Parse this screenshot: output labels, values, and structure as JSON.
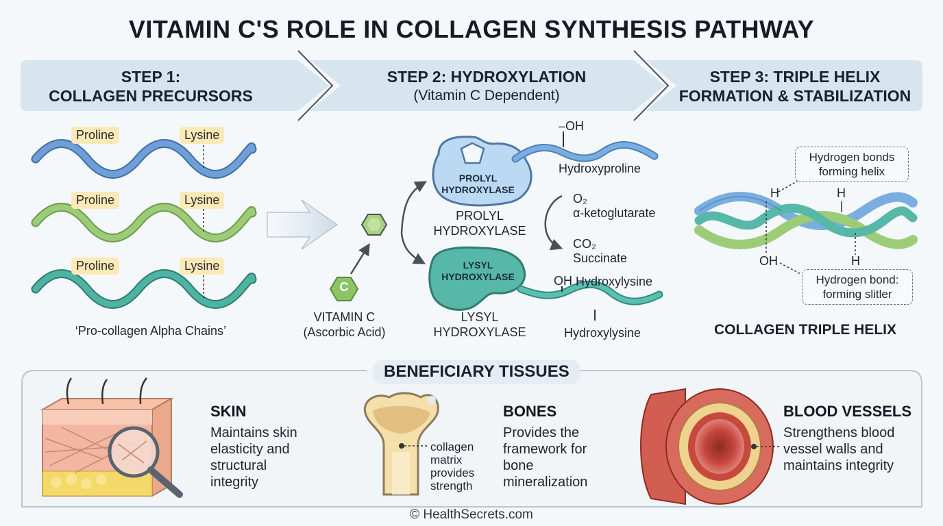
{
  "title": "VITAMIN C'S ROLE IN COLLAGEN SYNTHESIS PATHWAY",
  "steps": [
    {
      "line1": "STEP 1:",
      "line2": "COLLAGEN PRECURSORS"
    },
    {
      "line1": "STEP 2: HYDROXYLATION",
      "line2": "(Vitamin C Dependent)"
    },
    {
      "line1": "STEP 3: TRIPLE HELIX",
      "line2": "FORMATION & STABILIZATION"
    }
  ],
  "step1": {
    "chains": [
      {
        "tag_left": "Proline",
        "tag_right": "Lysine",
        "color": "#6f9fd6"
      },
      {
        "tag_left": "Proline",
        "tag_right": "Lysine",
        "color": "#9ccc77"
      },
      {
        "tag_left": "Proline",
        "tag_right": "Lysine",
        "color": "#4fb3a3"
      }
    ],
    "caption": "‘Pro-collagen Alpha Chains’"
  },
  "step2": {
    "vitamin_c_symbol": "C",
    "vitamin_c_label": "VITAMIN C",
    "vitamin_c_sub": "(Ascorbic Acid)",
    "prolyl_inner_1": "PROLYL",
    "prolyl_inner_2": "HYDROXYLASE",
    "prolyl_label_1": "PROLYL",
    "prolyl_label_2": "HYDROXYLASE",
    "lysyl_inner_1": "LYSYL",
    "lysyl_inner_2": "HYDROXYLASE",
    "lysyl_label_1": "LYSYL",
    "lysyl_label_2": "HYDROXYLASE",
    "oh_top": "–OH",
    "hydroxyproline": "Hydroxyproline",
    "o2": "O₂",
    "akg": "α-ketoglutarate",
    "co2": "CO₂",
    "succinate": "Succinate",
    "oh_bottom": "OH",
    "hydroxylysine_top": "Hydroxylysine",
    "hydroxylysine_bottom": "Hydroxylysine"
  },
  "step3": {
    "note_top_1": "Hydrogen bonds",
    "note_top_2": "forming helix",
    "h_left": "H",
    "h_mid": "H",
    "oh": "OH",
    "h_bottom": "H",
    "note_bottom_1": "Hydrogen bond:",
    "note_bottom_2": "forming slitler",
    "caption": "COLLAGEN TRIPLE HELIX"
  },
  "tissues_header": "BENEFICIARY TISSUES",
  "tissues": [
    {
      "name": "SKIN",
      "desc": [
        "Maintains skin",
        "elasticity and",
        "structural",
        "integrity"
      ]
    },
    {
      "name": "BONES",
      "desc": [
        "Provides the",
        "framework for",
        "bone",
        "mineralization"
      ],
      "note": [
        "collagen",
        "matrix",
        "provides",
        "strength"
      ]
    },
    {
      "name": "BLOOD VESSELS",
      "desc": [
        "Strengthens blood",
        "vessel walls and",
        "maintains integrity"
      ]
    }
  ],
  "footer": "© HealthSecrets.com",
  "colors": {
    "banner": "#d7e5ee",
    "blue_chain": "#6f9fd6",
    "green_chain": "#9ccc77",
    "teal_chain": "#4fb3a3",
    "tag": "#fce9b8"
  }
}
